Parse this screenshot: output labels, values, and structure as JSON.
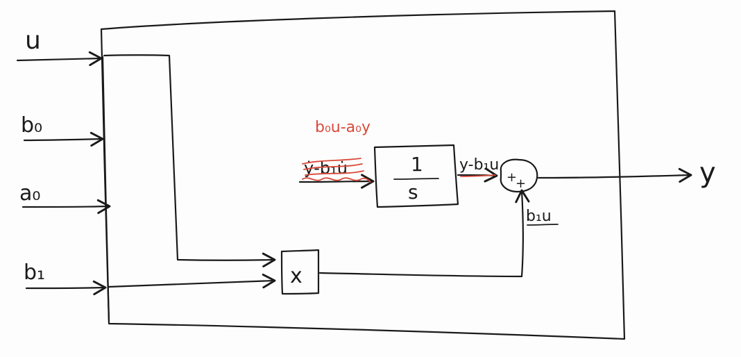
{
  "inputs": {
    "u": "u",
    "b0": "b₀",
    "a0": "a₀",
    "b1": "b₁"
  },
  "output": {
    "y": "y"
  },
  "integrator": {
    "numerator": "1",
    "denominator": "s",
    "input_label_crossed": "ẏ-b₁u̇",
    "input_label_corrected": "b₀u-a₀y"
  },
  "multiplier": {
    "symbol": "x"
  },
  "sum_block": {
    "sign_left": "+",
    "sign_bottom": "+",
    "top_input_label": "y-b₁u",
    "bottom_input_label": "b₁u"
  },
  "colors": {
    "ink": "#1a1a1a",
    "correction": "#d84a3a"
  }
}
